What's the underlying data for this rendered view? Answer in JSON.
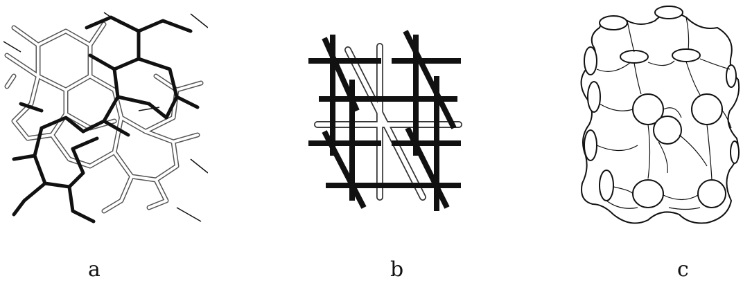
{
  "panels": [
    {
      "id": "a",
      "label": "a"
    },
    {
      "id": "b",
      "label": "b"
    },
    {
      "id": "c",
      "label": "c"
    }
  ],
  "colors": {
    "ink": "#111111",
    "paper": "#ffffff",
    "outline": "#555555"
  }
}
